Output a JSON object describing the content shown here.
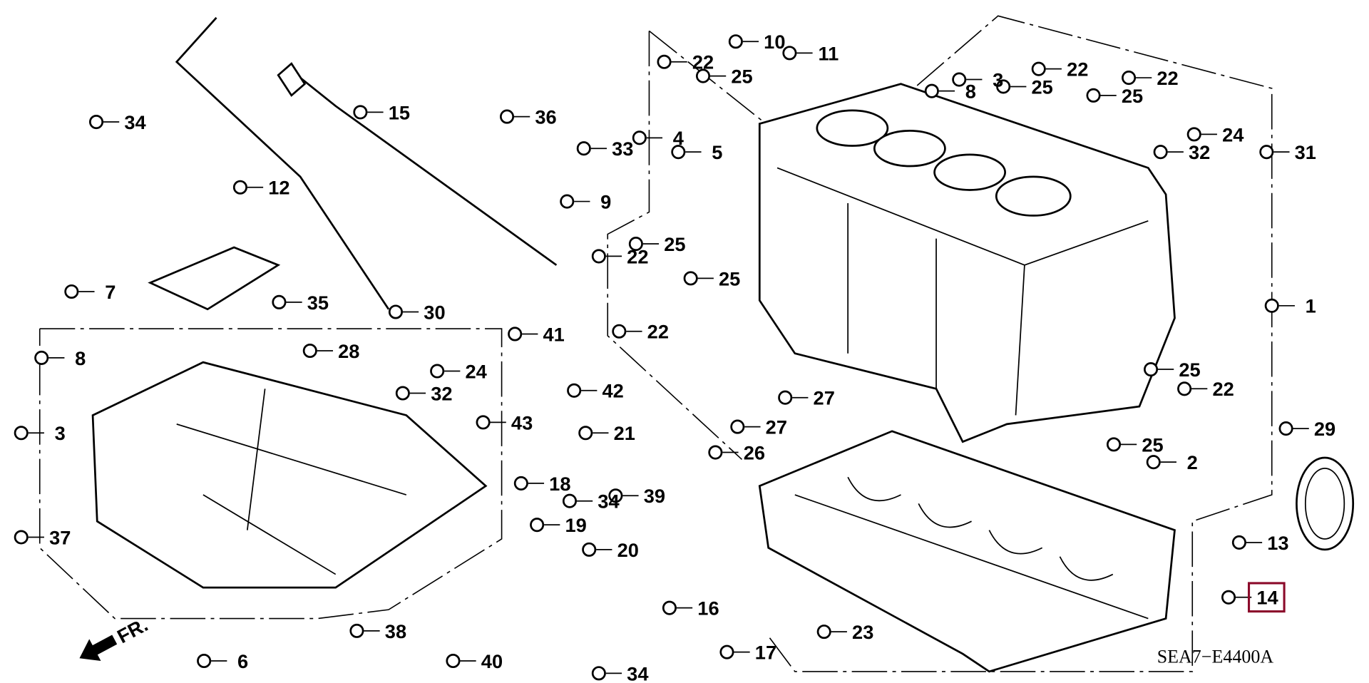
{
  "diagram": {
    "code": "SEA7−E4400A",
    "front_marker": "FR.",
    "highlight_color": "#8b0a2a",
    "highlighted_part": "14",
    "callouts": [
      "34",
      "15",
      "12",
      "36",
      "33",
      "9",
      "10",
      "11",
      "8",
      "3",
      "22",
      "25",
      "4",
      "5",
      "25",
      "22",
      "25",
      "22",
      "32",
      "24",
      "31",
      "7",
      "35",
      "30",
      "22",
      "25",
      "25",
      "22",
      "1",
      "25",
      "22",
      "25",
      "2",
      "29",
      "13",
      "14",
      "8",
      "3",
      "28",
      "32",
      "24",
      "41",
      "42",
      "43",
      "21",
      "27",
      "27",
      "26",
      "34",
      "39",
      "18",
      "19",
      "20",
      "37",
      "6",
      "38",
      "40",
      "16",
      "17",
      "34",
      "23"
    ]
  }
}
